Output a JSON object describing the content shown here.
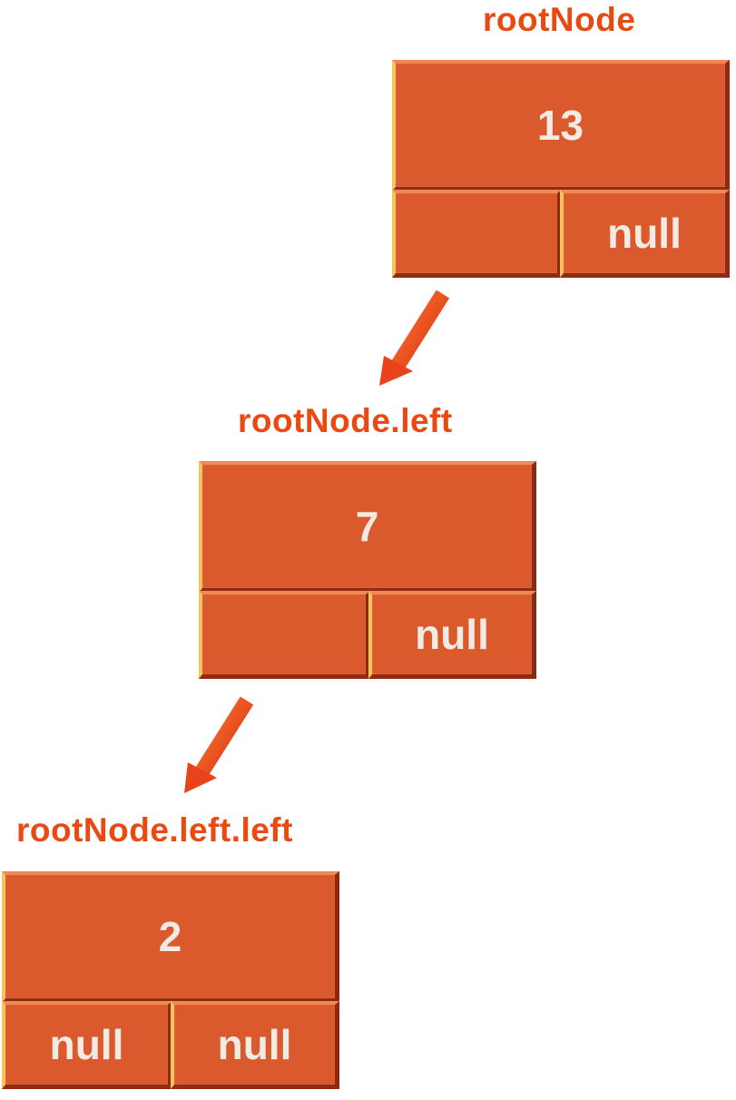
{
  "diagram": {
    "colors": {
      "label": "#ea4a12",
      "node_fill": "#db5a2d",
      "node_text": "#f1ebe4",
      "arrow": "#e8431a"
    },
    "nodes": [
      {
        "label": "rootNode",
        "value": "13",
        "left": "",
        "right": "null"
      },
      {
        "label": "rootNode.left",
        "value": "7",
        "left": "",
        "right": "null"
      },
      {
        "label": "rootNode.left.left",
        "value": "2",
        "left": "null",
        "right": "null"
      }
    ]
  }
}
